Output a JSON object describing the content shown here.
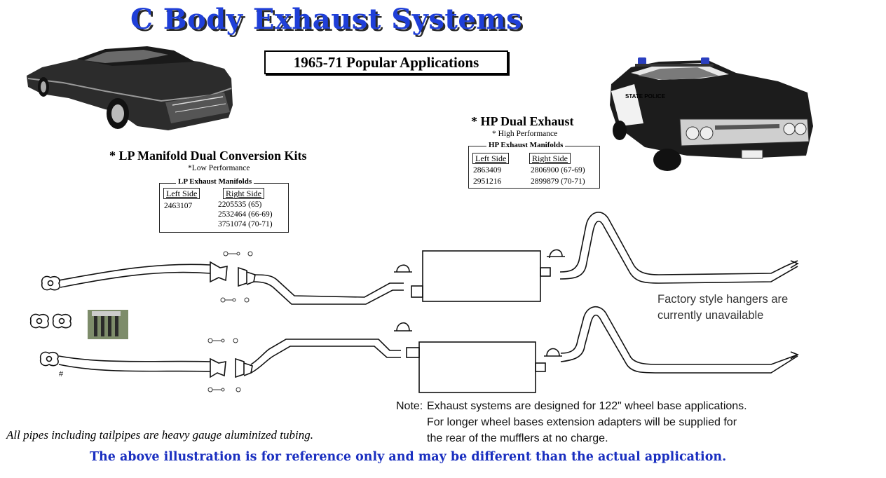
{
  "header": {
    "title": "C Body Exhaust Systems",
    "subtitle": "1965-71 Popular Applications"
  },
  "lp_section": {
    "heading": "* LP Manifold Dual Conversion Kits",
    "footnote": "*Low Performance",
    "table": {
      "caption": "LP Exhaust Manifolds",
      "left_header": "Left Side",
      "right_header": "Right Side",
      "left_values": [
        "2463107"
      ],
      "right_values": [
        "2205535 (65)",
        "2532464 (66-69)",
        "3751074 (70-71)"
      ]
    }
  },
  "hp_section": {
    "heading": "* HP Dual Exhaust",
    "footnote": "* High Performance",
    "table": {
      "caption": "HP Exhaust Manifolds",
      "left_header": "Left Side",
      "right_header": "Right Side",
      "left_values": [
        "2863409",
        "2951216"
      ],
      "right_values": [
        "2806900 (67-69)",
        "2899879 (70-71)"
      ]
    }
  },
  "car_left": {
    "police_door_text": ""
  },
  "car_right": {
    "door_text": "STATE POLICE"
  },
  "diagram": {
    "pipe_marker": "#",
    "factory_note": [
      "Factory style hangers are",
      "currently unavailable"
    ]
  },
  "note": {
    "label": "Note:",
    "lines": [
      "Exhaust systems are designed for 122\" wheel base applications.",
      "For longer wheel bases extension adapters will be supplied for",
      "the rear of the mufflers at no charge."
    ]
  },
  "footer": {
    "material_note": "All pipes including tailpipes are heavy gauge aluminized tubing.",
    "disclaimer": "The above illustration is for reference only and may be different than the actual application."
  },
  "colors": {
    "title_blue": "#1f3fd8",
    "disclaimer_blue": "#1a2fc0"
  }
}
